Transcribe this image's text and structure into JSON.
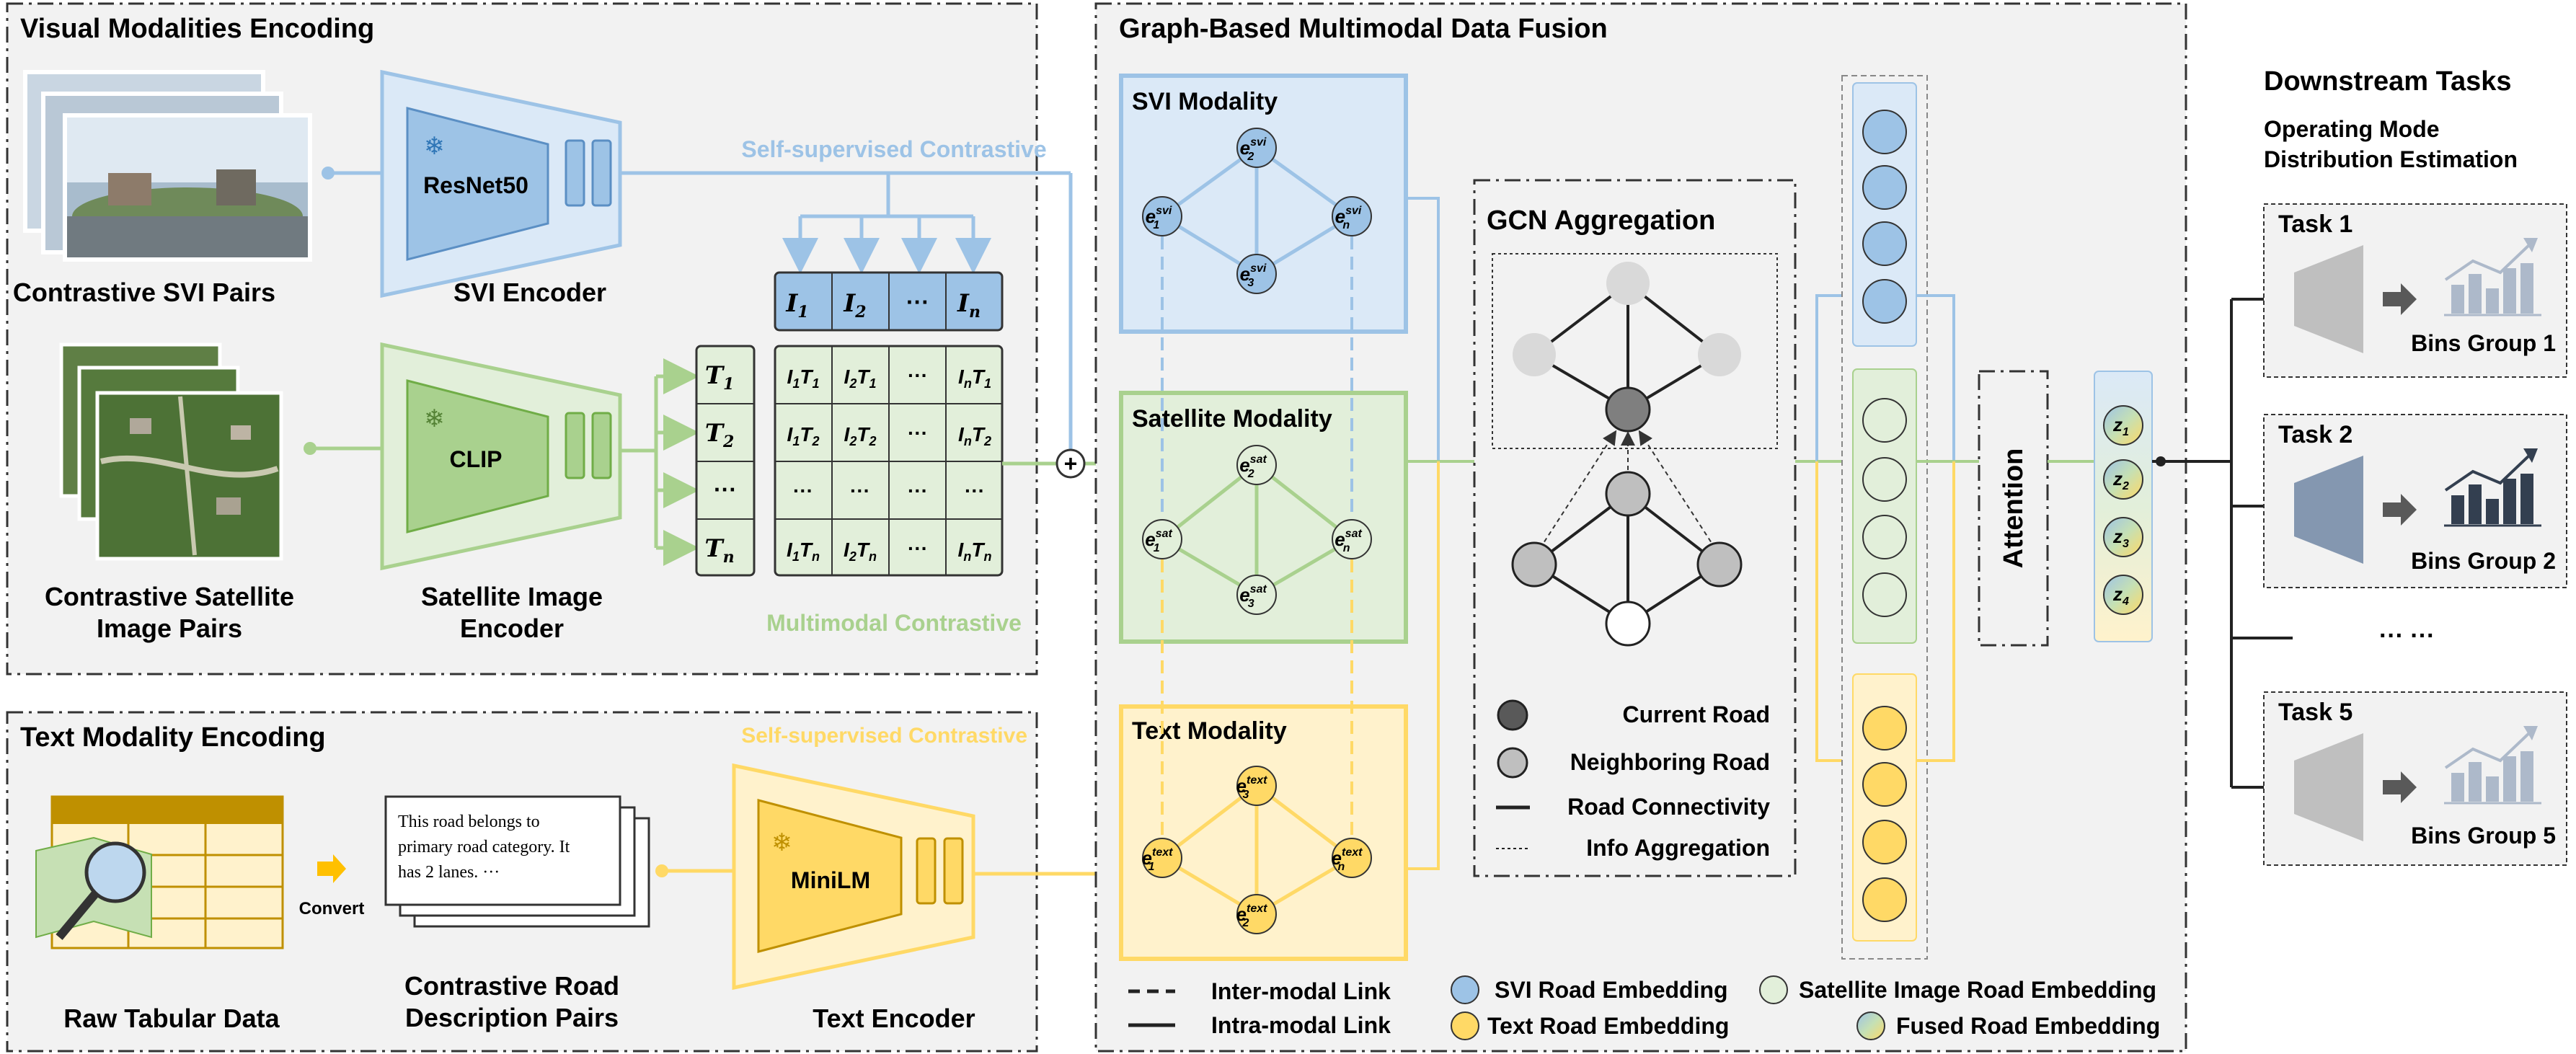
{
  "visual_encoding": {
    "title": "Visual Modalities Encoding",
    "svi_pairs_label": "Contrastive SVI Pairs",
    "svi_encoder_label": "SVI Encoder",
    "svi_backbone": "ResNet50",
    "self_supervised_label": "Self-supervised Contrastive",
    "sat_pairs_label_line1": "Contrastive Satellite",
    "sat_pairs_label_line2": "Image Pairs",
    "sat_encoder_label_line1": "Satellite Image",
    "sat_encoder_label_line2": "Encoder",
    "sat_backbone": "CLIP",
    "multimodal_label": "Multimodal Contrastive",
    "image_tokens": [
      "I",
      "I",
      "···",
      "I"
    ],
    "image_subs": [
      "1",
      "2",
      "",
      "n"
    ],
    "text_tokens": [
      "T",
      "T",
      "···",
      "T"
    ],
    "text_subs": [
      "1",
      "2",
      "",
      "n"
    ],
    "ellipsis": "···"
  },
  "text_encoding": {
    "title": "Text Modality Encoding",
    "tabular_label": "Raw Tabular Data",
    "convert_label": "Convert",
    "description_text_line1": "This road belongs to",
    "description_text_line2": "primary road category. It",
    "description_text_line3": "has 2 lanes. ···",
    "pairs_label_line1": "Contrastive Road",
    "pairs_label_line2": "Description Pairs",
    "encoder_label": "Text Encoder",
    "backbone": "MiniLM",
    "self_supervised_label": "Self-supervised Contrastive"
  },
  "fusion": {
    "title": "Graph-Based Multimodal Data Fusion",
    "svi_modality": "SVI Modality",
    "satellite_modality": "Satellite Modality",
    "text_modality": "Text Modality",
    "svi_node_sup": "svi",
    "sat_node_sup": "sat",
    "text_node_sup": "text",
    "node_base": "e",
    "node_subs": [
      "2",
      "1",
      "n",
      "3"
    ],
    "gcn_title": "GCN Aggregation",
    "attention_label": "Attention",
    "fused_node_base": "z",
    "fused_subs": [
      "1",
      "2",
      "3",
      "4"
    ]
  },
  "gcn_legend": {
    "current_road": "Current Road",
    "neighboring_road": "Neighboring Road",
    "road_connectivity": "Road Connectivity",
    "info_aggregation": "Info Aggregation"
  },
  "bottom_legend": {
    "inter_modal": "Inter-modal Link",
    "intra_modal": "Intra-modal Link",
    "svi_embedding": "SVI Road Embedding",
    "text_embedding": "Text Road Embedding",
    "sat_embedding": "Satellite Image Road Embedding",
    "fused_embedding": "Fused Road Embedding"
  },
  "downstream": {
    "title": "Downstream Tasks",
    "subtitle_line1": "Operating Mode",
    "subtitle_line2": "Distribution Estimation",
    "tasks": [
      {
        "name": "Task 1",
        "bins": "Bins Group 1"
      },
      {
        "name": "Task 2",
        "bins": "Bins Group 2"
      },
      {
        "name": "Task 5",
        "bins": "Bins Group 5"
      }
    ],
    "ellipsis": "··· ···"
  },
  "colors": {
    "svi_blue": "#9dc3e6",
    "svi_fill": "#dbe9f7",
    "sat_green": "#a9d18e",
    "sat_fill": "#e2efda",
    "text_yellow": "#ffd966",
    "text_fill": "#fff2cc",
    "panel_gray": "#f2f2f2"
  }
}
